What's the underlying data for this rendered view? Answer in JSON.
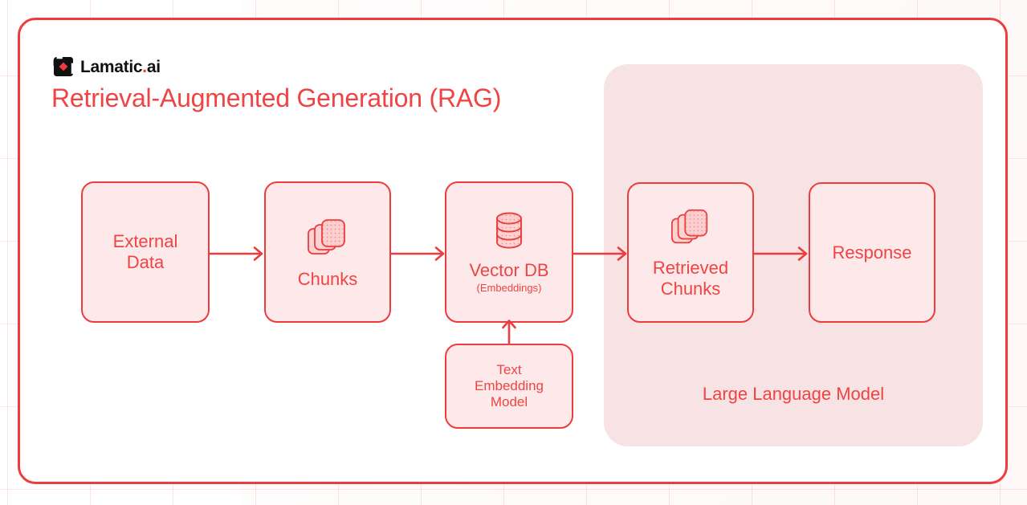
{
  "canvas": {
    "background_color": "#ffffff",
    "grid_color": "#E93737",
    "frame_border_color": "#EE3B3B"
  },
  "brand": {
    "logo_icon": "lamatic-diamond-logo-icon",
    "name_part1": "Lamatic",
    "name_dot": ".",
    "name_part2": "ai",
    "logo_body_color": "#111111",
    "logo_accent_color": "#EE3B3B"
  },
  "title": "Retrieval-Augmented Generation (RAG)",
  "theme": {
    "accent": "#F04343",
    "node_fill": "#FDE9E9",
    "node_border": "#EE3B3B",
    "group_fill": "#F7E3E4",
    "icon_fill": "#FAC8C8"
  },
  "group": {
    "name": "large-language-model-group",
    "label": "Large Language Model"
  },
  "nodes": [
    {
      "id": "external-data",
      "label": "External\nData",
      "sublabel": "",
      "icon": ""
    },
    {
      "id": "chunks",
      "label": "Chunks",
      "sublabel": "",
      "icon": "stacked-documents-icon"
    },
    {
      "id": "vector-db",
      "label": "Vector DB",
      "sublabel": "(Embeddings)",
      "icon": "database-cylinder-icon"
    },
    {
      "id": "text-embedding",
      "label": "Text\nEmbedding\nModel",
      "sublabel": "",
      "icon": ""
    },
    {
      "id": "retrieved-chunks",
      "label": "Retrieved\nChunks",
      "sublabel": "",
      "icon": "stacked-documents-icon"
    },
    {
      "id": "response",
      "label": "Response",
      "sublabel": "",
      "icon": ""
    }
  ],
  "node_text": {
    "external_data_line1": "External",
    "external_data_line2": "Data",
    "chunks": "Chunks",
    "vector_db": "Vector DB",
    "vector_db_sub": "(Embeddings)",
    "text_embedding_line1": "Text",
    "text_embedding_line2": "Embedding",
    "text_embedding_line3": "Model",
    "retrieved_chunks_line1": "Retrieved",
    "retrieved_chunks_line2": "Chunks",
    "response": "Response"
  },
  "edges": [
    {
      "id": "external-data-to-chunks",
      "from": "external-data",
      "to": "chunks",
      "direction": "right"
    },
    {
      "id": "chunks-to-vector-db",
      "from": "chunks",
      "to": "vector-db",
      "direction": "right"
    },
    {
      "id": "vector-db-to-retrieved-chunks",
      "from": "vector-db",
      "to": "retrieved-chunks",
      "direction": "right"
    },
    {
      "id": "retrieved-chunks-to-response",
      "from": "retrieved-chunks",
      "to": "response",
      "direction": "right"
    },
    {
      "id": "text-embedding-to-vector-db",
      "from": "text-embedding",
      "to": "vector-db",
      "direction": "up"
    }
  ]
}
